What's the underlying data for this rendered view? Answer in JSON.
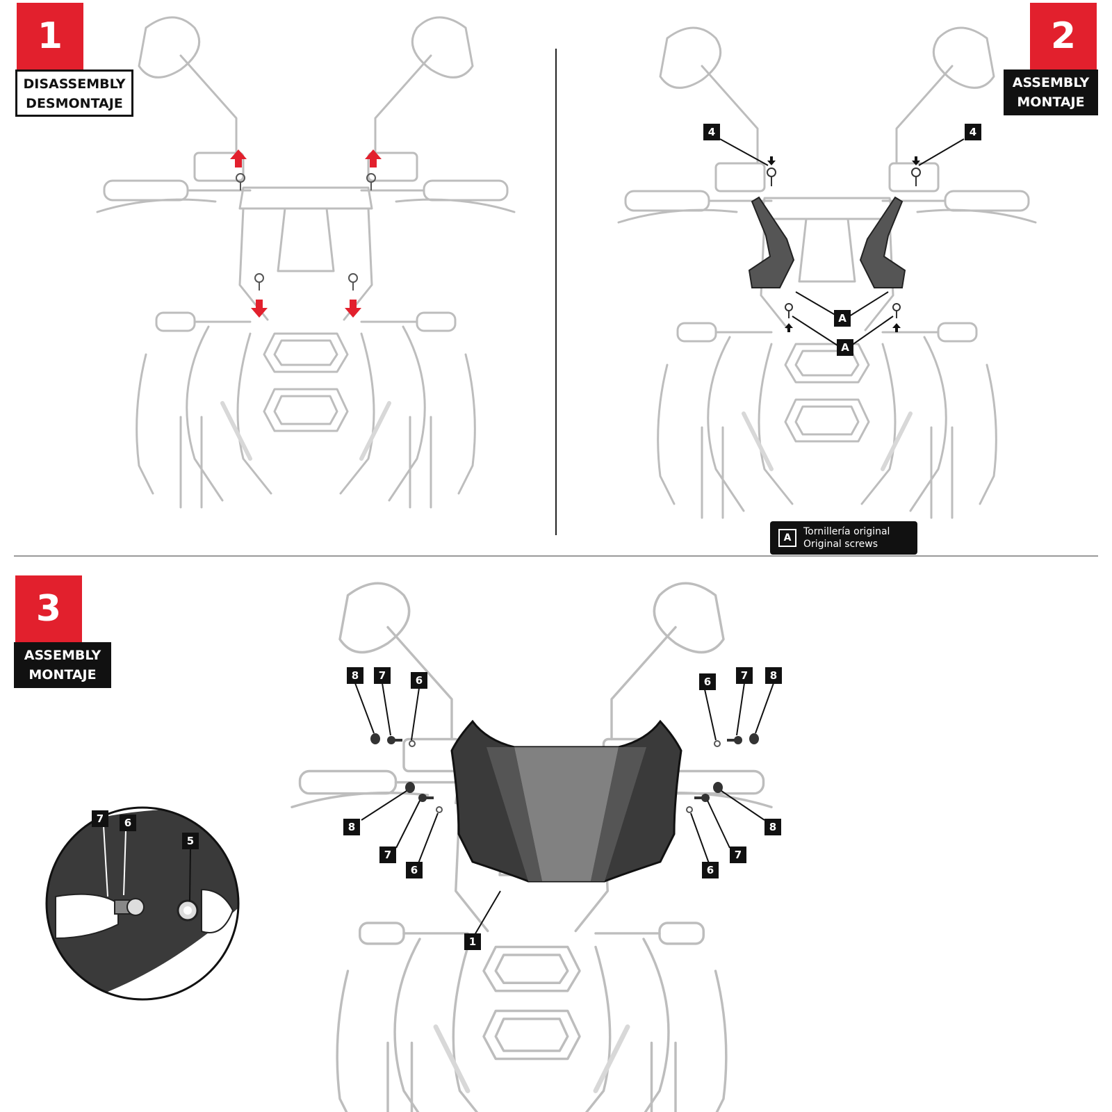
{
  "steps": [
    {
      "number": "1",
      "label_en": "DISASSEMBLY",
      "label_es": "DESMONTAJE"
    },
    {
      "number": "2",
      "label_en": "ASSEMBLY",
      "label_es": "MONTAJE"
    },
    {
      "number": "3",
      "label_en": "ASSEMBLY",
      "label_es": "MONTAJE"
    }
  ],
  "legend": {
    "key": "A",
    "line_es": "Tornillería original",
    "line_en": "Original screws"
  },
  "callouts": {
    "panel2": [
      "4",
      "4",
      "A",
      "A"
    ],
    "panel3": [
      "8",
      "7",
      "6",
      "6",
      "7",
      "8",
      "8",
      "7",
      "6",
      "6",
      "7",
      "8",
      "1"
    ],
    "inset": [
      "7",
      "6",
      "5"
    ]
  },
  "colors": {
    "accent_red": "#e2202d",
    "label_black": "#111111",
    "line_art": "#bdbdbd",
    "windscreen": "#3a3a3a"
  },
  "icons": [
    "up-arrow-icon",
    "down-arrow-icon",
    "screw-icon",
    "washer-icon",
    "rubber-grommet-icon"
  ]
}
